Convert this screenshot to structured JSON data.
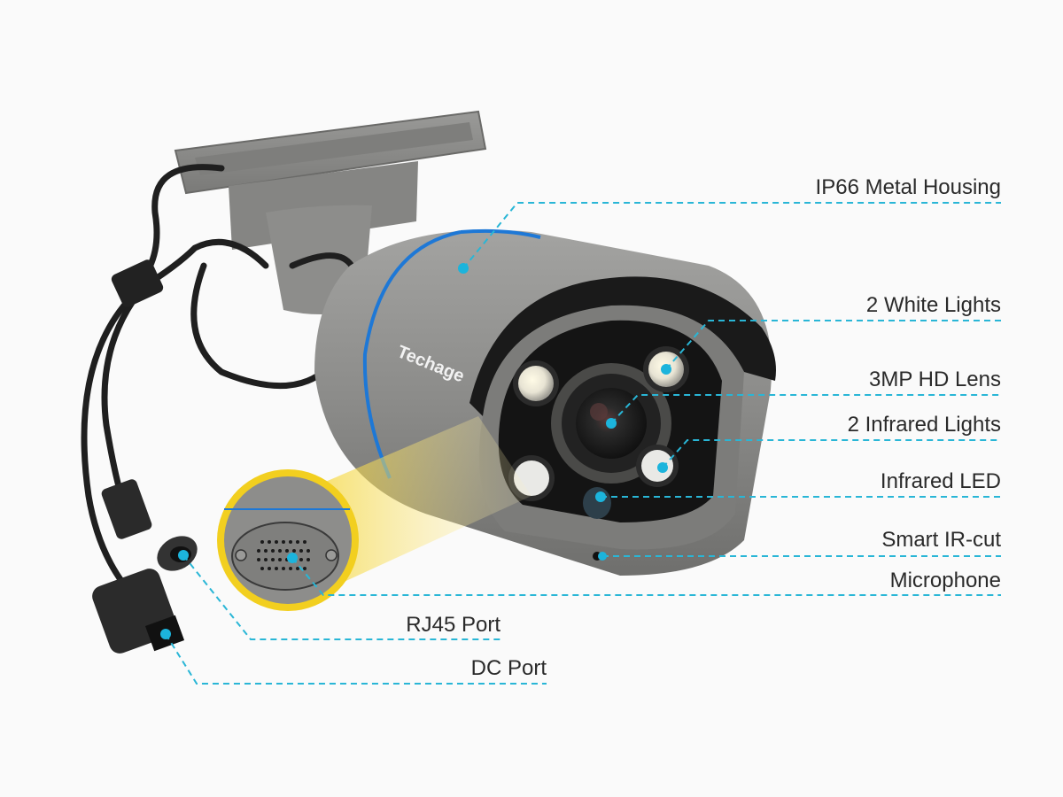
{
  "product": {
    "brand": "Techage",
    "type": "bullet IP security camera",
    "housing_color": "#8a8a88",
    "accent_ring_color": "#1e78d6"
  },
  "callout_style": {
    "line_color": "#29b6d6",
    "dot_color": "#1cb4dc",
    "text_color": "#2a2a2a"
  },
  "callouts": [
    {
      "id": "housing",
      "label": "IP66 Metal Housing"
    },
    {
      "id": "white-lights",
      "label": "2 White Lights"
    },
    {
      "id": "lens",
      "label": "3MP HD Lens"
    },
    {
      "id": "ir-lights",
      "label": "2 Infrared Lights"
    },
    {
      "id": "ir-led",
      "label": "Infrared LED"
    },
    {
      "id": "ir-cut",
      "label": "Smart IR-cut"
    },
    {
      "id": "microphone",
      "label": "Microphone"
    },
    {
      "id": "rj45",
      "label": "RJ45 Port"
    },
    {
      "id": "dc",
      "label": "DC Port"
    }
  ]
}
